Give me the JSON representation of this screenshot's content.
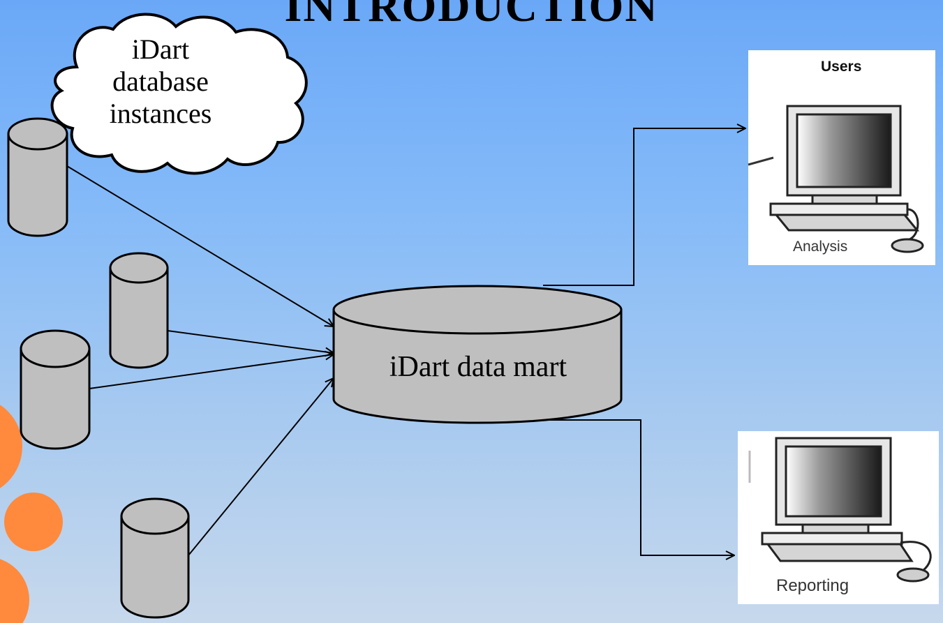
{
  "slide": {
    "title": "INTRODUCTION"
  },
  "diagram": {
    "cloud_label_lines": [
      "iDart",
      "database",
      "instances"
    ],
    "data_mart_label": "iDart data mart",
    "users_heading": "Users",
    "analysis_label": "Analysis",
    "reporting_label": "Reporting"
  },
  "colors": {
    "background_top": "#6aa8f7",
    "background_bottom": "#c7d8ec",
    "cylinder_fill": "#bfbfbf",
    "accent_circles": "#ff8a3d"
  }
}
